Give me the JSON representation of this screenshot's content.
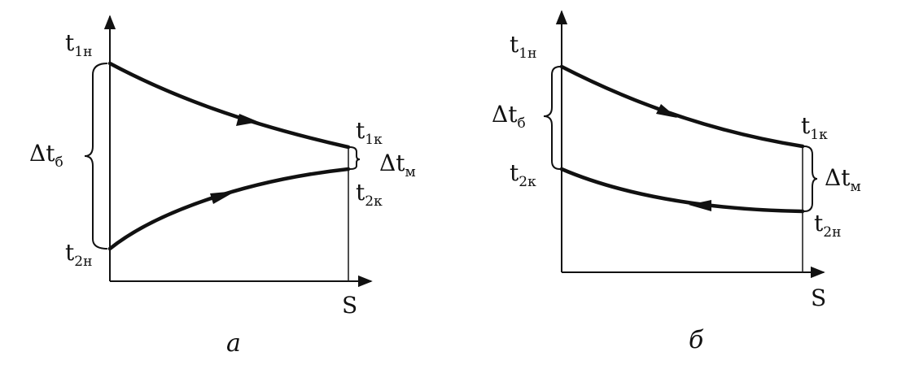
{
  "panel_a": {
    "t1n": {
      "base": "t",
      "sub": "1н"
    },
    "t2n": {
      "base": "t",
      "sub": "2н"
    },
    "t1k": {
      "base": "t",
      "sub": "1к"
    },
    "t2k": {
      "base": "t",
      "sub": "2к"
    },
    "dt_b": {
      "base": "Δt",
      "sub": "б"
    },
    "dt_m": {
      "base": "Δt",
      "sub": "м"
    },
    "x_axis": "S",
    "caption": "а"
  },
  "panel_b": {
    "t1n": {
      "base": "t",
      "sub": "1н"
    },
    "t2k": {
      "base": "t",
      "sub": "2к"
    },
    "t1k": {
      "base": "t",
      "sub": "1к"
    },
    "t2n": {
      "base": "t",
      "sub": "2н"
    },
    "dt_b": {
      "base": "Δt",
      "sub": "б"
    },
    "dt_m": {
      "base": "Δt",
      "sub": "м"
    },
    "x_axis": "S",
    "caption": "б"
  }
}
